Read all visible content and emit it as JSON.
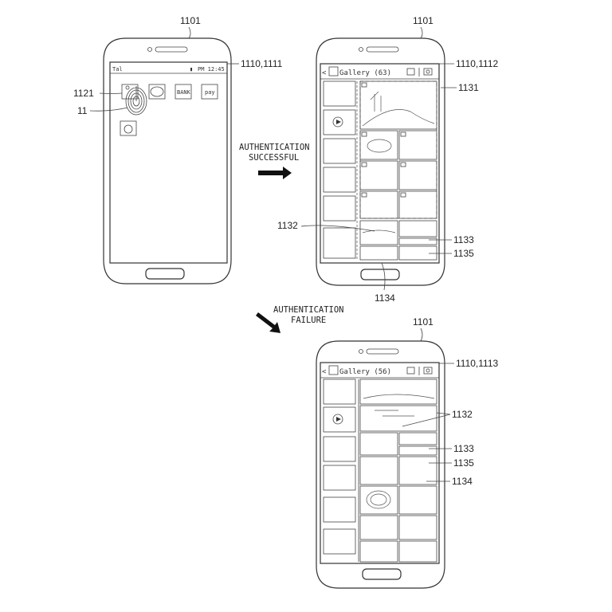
{
  "figure": {
    "device_ref": "1101",
    "arrow_success": {
      "line1": "AUTHENTICATION",
      "line2": "SUCCESSFUL"
    },
    "arrow_failure": {
      "line1": "AUTHENTICATION",
      "line2": "FAILURE"
    }
  },
  "phone_lock": {
    "device_label": "1101",
    "screen_label": "1110,1111",
    "status_time": "PM 12:45",
    "app_icons": [
      {
        "name": "gallery-app",
        "text": ""
      },
      {
        "name": "message-app",
        "text": ""
      },
      {
        "name": "bank-app",
        "text": "BANK"
      },
      {
        "name": "pay-app",
        "text": "pay"
      },
      {
        "name": "camera-app",
        "text": ""
      }
    ],
    "icon_label": "1121",
    "fingerprint_label": "11"
  },
  "phone_success": {
    "device_label": "1101",
    "screen_label": "1110,1112",
    "gallery_title": "Gallery (63)",
    "region_label": "1131",
    "labels": {
      "l1132": "1132",
      "l1133": "1133",
      "l1134": "1134",
      "l1135": "1135"
    }
  },
  "phone_failure": {
    "device_label": "1101",
    "screen_label": "1110,1113",
    "gallery_title": "Gallery (56)",
    "labels": {
      "l1132": "1132",
      "l1133": "1133",
      "l1134": "1134",
      "l1135": "1135"
    }
  }
}
